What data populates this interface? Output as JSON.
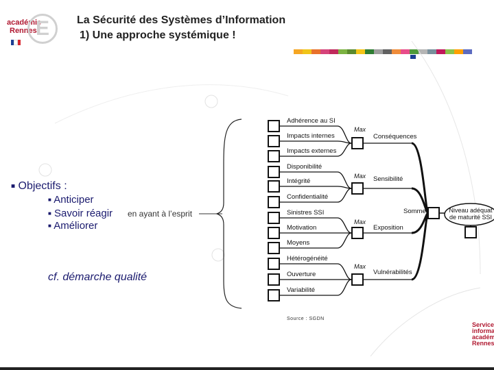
{
  "logo": {
    "line1": "académie",
    "line2": "Rennes",
    "letter": "E"
  },
  "title": {
    "line1": "La Sécurité des Systèmes d’Information",
    "line2": "1) Une approche systémique !"
  },
  "colors": {
    "accent": "#b01830",
    "text_blue": "#1a1a6e",
    "bar": [
      "#f5a623",
      "#f0c419",
      "#e8712c",
      "#d6437a",
      "#c02a5c",
      "#7cb342",
      "#5b8a2e",
      "#f5c518",
      "#2e7d32",
      "#9e9e9e",
      "#616161",
      "#ef8c3a",
      "#e84c8a",
      "#4e9a3a",
      "#b5b5b5",
      "#78909c",
      "#c2185b",
      "#8bc34a",
      "#ffa000",
      "#5c6bc0"
    ]
  },
  "objectives": {
    "heading": "Objectifs :",
    "items": [
      "Anticiper",
      "Savoir réagir",
      "Améliorer"
    ],
    "note": "en ayant à l’esprit",
    "cf": "cf. démarche qualité"
  },
  "diagram": {
    "inputs": [
      "Adhérence au SI",
      "Impacts internes",
      "Impacts externes",
      "Disponibilité",
      "Intégrité",
      "Confidentialité",
      "Sinistres SSI",
      "Motivation",
      "Moyens",
      "Hétérogénéité",
      "Ouverture",
      "Variabilité"
    ],
    "max_label": "Max",
    "outputs": [
      "Conséquences",
      "Sensibilité",
      "Exposition",
      "Vulnérabilités"
    ],
    "somme": "Somme",
    "result": "Niveau adéquat de maturité SSI",
    "source": "Source : SGDN"
  },
  "footer": {
    "service_lines": [
      "Service",
      "informat.",
      "académ.",
      "Rennes"
    ]
  }
}
